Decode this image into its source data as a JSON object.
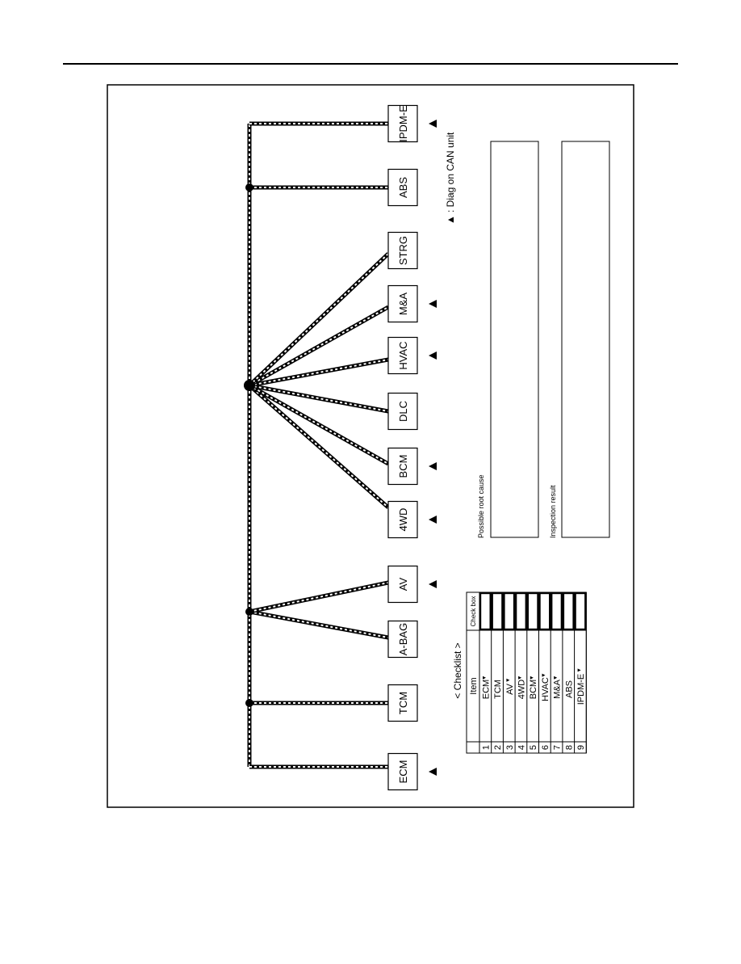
{
  "units": [
    {
      "id": "ecm",
      "label": "ECM",
      "diag": true
    },
    {
      "id": "tcm",
      "label": "TCM",
      "diag": false
    },
    {
      "id": "abag",
      "label": "A-BAG",
      "diag": false
    },
    {
      "id": "av",
      "label": "AV",
      "diag": true
    },
    {
      "id": "4wd",
      "label": "4WD",
      "diag": true
    },
    {
      "id": "bcm",
      "label": "BCM",
      "diag": true
    },
    {
      "id": "dlc",
      "label": "DLC",
      "diag": false
    },
    {
      "id": "hvac",
      "label": "HVAC",
      "diag": true
    },
    {
      "id": "ma",
      "label": "M&A",
      "diag": true
    },
    {
      "id": "strg",
      "label": "STRG",
      "diag": false
    },
    {
      "id": "abs",
      "label": "ABS",
      "diag": false
    },
    {
      "id": "ipdme",
      "label": "IPDM-E",
      "diag": true
    }
  ],
  "legend": {
    "symbol": "▲",
    "text": ": Diag on CAN unit"
  },
  "checklist": {
    "title": "< Checklist >",
    "header_item": "Item",
    "header_check": "Check box",
    "rows": [
      {
        "num": "1",
        "item": "ECM",
        "diag": true
      },
      {
        "num": "2",
        "item": "TCM",
        "diag": false
      },
      {
        "num": "3",
        "item": "AV",
        "diag": true
      },
      {
        "num": "4",
        "item": "4WD",
        "diag": true
      },
      {
        "num": "5",
        "item": "BCM",
        "diag": true
      },
      {
        "num": "6",
        "item": "HVAC",
        "diag": true
      },
      {
        "num": "7",
        "item": "M&A",
        "diag": true
      },
      {
        "num": "8",
        "item": "ABS",
        "diag": false
      },
      {
        "num": "9",
        "item": "IPDM-E",
        "diag": true
      }
    ]
  },
  "boxes": {
    "root_cause_label": "Possible root cause",
    "inspection_label": "Inspection result"
  }
}
